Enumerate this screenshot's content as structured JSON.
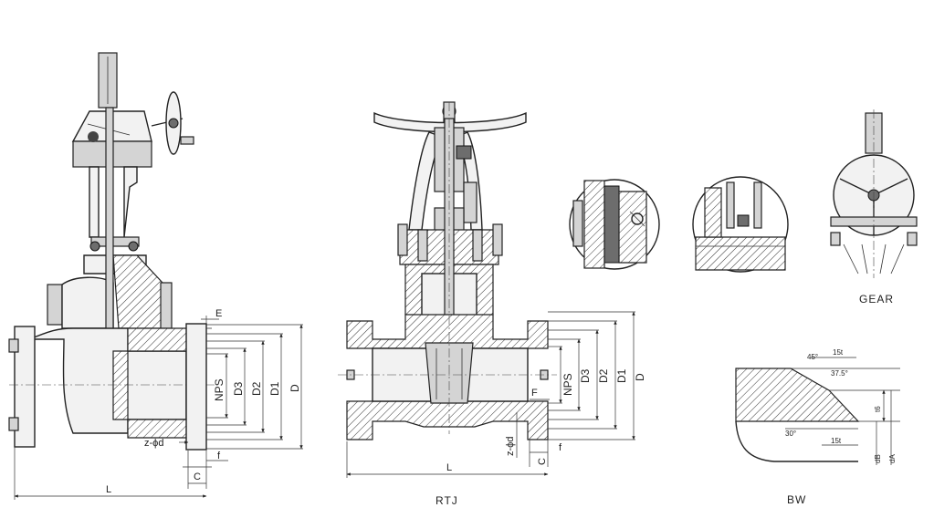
{
  "views": {
    "left": {
      "dims": {
        "E": "E",
        "NPS": "NPS",
        "D3": "D3",
        "D2": "D2",
        "D1": "D1",
        "D": "D",
        "zd": "z-ϕd",
        "f": "f",
        "C": "C",
        "L": "L"
      }
    },
    "rtj": {
      "caption": "RTJ",
      "dims": {
        "F": "F",
        "NPS": "NPS",
        "D3": "D3",
        "D2": "D2",
        "D1": "D1",
        "D": "D",
        "zd": "z-ϕd",
        "f": "f",
        "C": "C",
        "L": "L"
      }
    },
    "gear": {
      "caption": "GEAR"
    },
    "bw": {
      "caption": "BW",
      "labels": {
        "t15_top": "15t",
        "angle_37": "37.5°",
        "angle_45": "45°",
        "angle_30": "30°",
        "t15_bot": "15t",
        "t6": "t6",
        "dB": "dB",
        "dA": "dA"
      }
    }
  }
}
